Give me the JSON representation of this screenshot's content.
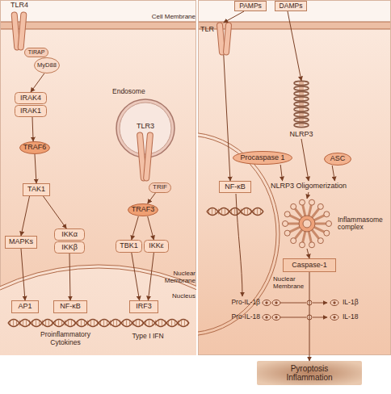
{
  "diagram": {
    "nodes": [
      {
        "text": [
          "TLR4"
        ]
      },
      {
        "text": [
          "TIRAP"
        ]
      },
      {
        "text": [
          "MyD88"
        ]
      },
      {
        "text": [
          "IRAK4"
        ]
      },
      {
        "text": [
          "IRAK1"
        ]
      },
      {
        "text": [
          "Endosome"
        ]
      },
      {
        "text": [
          "TLR3"
        ],
        "in": 5
      },
      {
        "text": [
          "TRIF"
        ]
      },
      {
        "text": [
          "TRAF6"
        ]
      },
      {
        "text": [
          "TRAF3"
        ]
      },
      {
        "text": [
          "TAK1"
        ]
      },
      {
        "text": [
          "MAPKs"
        ]
      },
      {
        "text": [
          "IKKα"
        ]
      },
      {
        "text": [
          "IKKβ"
        ]
      },
      {
        "text": [
          "TBK1"
        ]
      },
      {
        "text": [
          "IKKε"
        ]
      },
      {
        "text": [
          "AP1"
        ]
      },
      {
        "text": [
          "NF-κB"
        ]
      },
      {
        "text": [
          "IRF3"
        ]
      },
      {
        "text": [
          "PAMPs"
        ]
      },
      {
        "text": [
          "DAMPs"
        ]
      },
      {
        "text": [
          "TLR"
        ]
      },
      {
        "text": [
          "NLRP3"
        ]
      },
      {
        "text": [
          "Procaspase 1"
        ]
      },
      {
        "text": [
          "ASC"
        ]
      },
      {
        "text": [
          "NF-κB"
        ]
      },
      {
        "text": [
          "NLRP3 Oligomerization"
        ]
      },
      {
        "text": [
          "Inflammasome complex"
        ]
      },
      {
        "text": [
          "Caspase-1"
        ]
      },
      {
        "text": [
          "Pyroptosis Inflammation"
        ]
      }
    ],
    "edges": [
      {
        "from": 2,
        "to": 3,
        "arrow": "to"
      },
      {
        "from": 4,
        "to": 8,
        "arrow": "to"
      },
      {
        "from": 8,
        "to": 10,
        "arrow": "to"
      },
      {
        "from": 10,
        "to": 11,
        "arrow": "to"
      },
      {
        "from": 10,
        "to": 12,
        "arrow": "to"
      },
      {
        "from": 11,
        "to": 16,
        "arrow": "to"
      },
      {
        "from": 13,
        "to": 17,
        "arrow": "to"
      },
      {
        "from": 7,
        "to": 9,
        "arrow": "to"
      },
      {
        "from": 9,
        "to": 14,
        "arrow": "to"
      },
      {
        "from": 9,
        "to": 15,
        "arrow": "to"
      },
      {
        "from": 14,
        "to": 18,
        "arrow": "to"
      },
      {
        "from": 15,
        "to": 18,
        "arrow": "to"
      },
      {
        "from": 19,
        "to": 21,
        "arrow": "to"
      },
      {
        "from": 20,
        "to": 22,
        "arrow": "to"
      },
      {
        "from": 21,
        "to": 25,
        "arrow": "to"
      },
      {
        "from": 22,
        "to": 26,
        "arrow": "to"
      },
      {
        "from": 23,
        "to": 26,
        "arrow": "to"
      },
      {
        "from": 24,
        "to": 26,
        "arrow": "to"
      },
      {
        "from": 26,
        "to": 27,
        "arrow": "to"
      },
      {
        "from": 27,
        "to": 28,
        "arrow": "to"
      },
      {
        "from": 28,
        "to": 29,
        "arrow": "to"
      }
    ],
    "labels": [
      "Cell Membrane",
      "Nuclear Membrane",
      "Nucleus",
      "Proinflammatory Cytokines",
      "Type I IFN",
      "Nuclear Membrane",
      "Pro-IL-1β",
      "Pro-IL-18",
      "IL-1β",
      "IL-18"
    ]
  }
}
